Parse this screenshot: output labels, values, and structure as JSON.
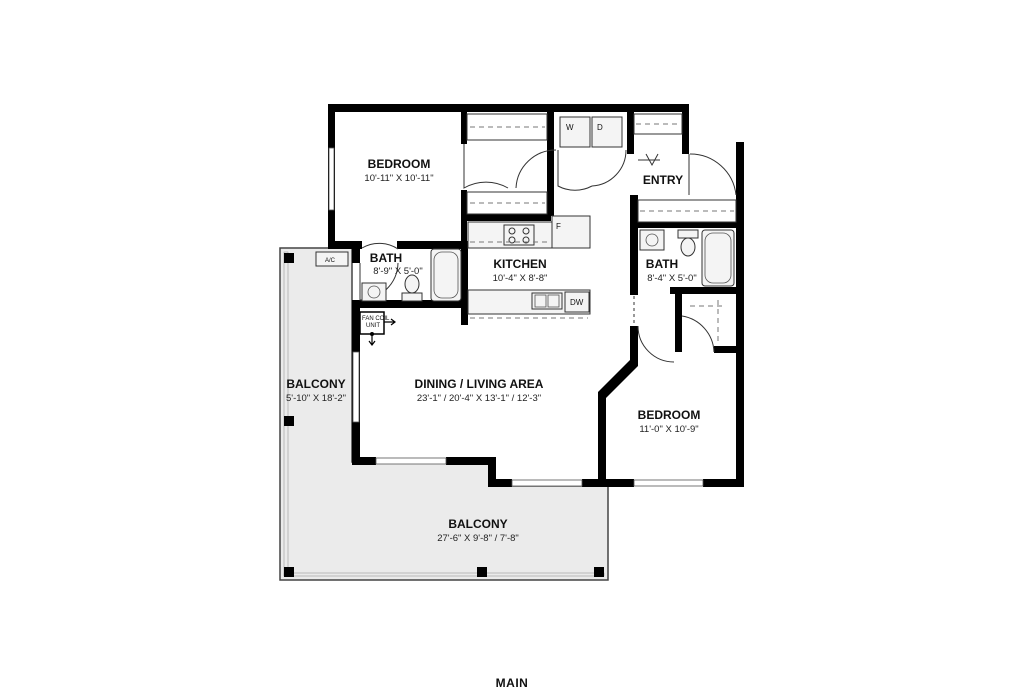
{
  "rooms": {
    "bedroom1": {
      "name": "BEDROOM",
      "dims": "10'-11\" X 10'-11\""
    },
    "bath1": {
      "name": "BATH",
      "dims": "8'-9\" X 5'-0\""
    },
    "kitchen": {
      "name": "KITCHEN",
      "dims": "10'-4\" X 8'-8\""
    },
    "entry": {
      "name": "ENTRY"
    },
    "bath2": {
      "name": "BATH",
      "dims": "8'-4\" X 5'-0\""
    },
    "living": {
      "name": "DINING / LIVING AREA",
      "dims": "23'-1\" / 20'-4\" X 13'-1\" / 12'-3\""
    },
    "bedroom2": {
      "name": "BEDROOM",
      "dims": "11'-0\" X 10'-9\""
    },
    "balcony_side": {
      "name": "BALCONY",
      "dims": "5'-10\" X 18'-2\""
    },
    "balcony_bottom": {
      "name": "BALCONY",
      "dims": "27'-6\" X 9'-8\" / 7'-8\""
    }
  },
  "labels": {
    "ac": "A/C",
    "washer": "W",
    "dryer": "D",
    "fridge": "F",
    "dishwasher": "DW",
    "fan_coil_line1": "FAN COIL",
    "fan_coil_line2": "UNIT"
  },
  "footer": {
    "level": "MAIN"
  }
}
